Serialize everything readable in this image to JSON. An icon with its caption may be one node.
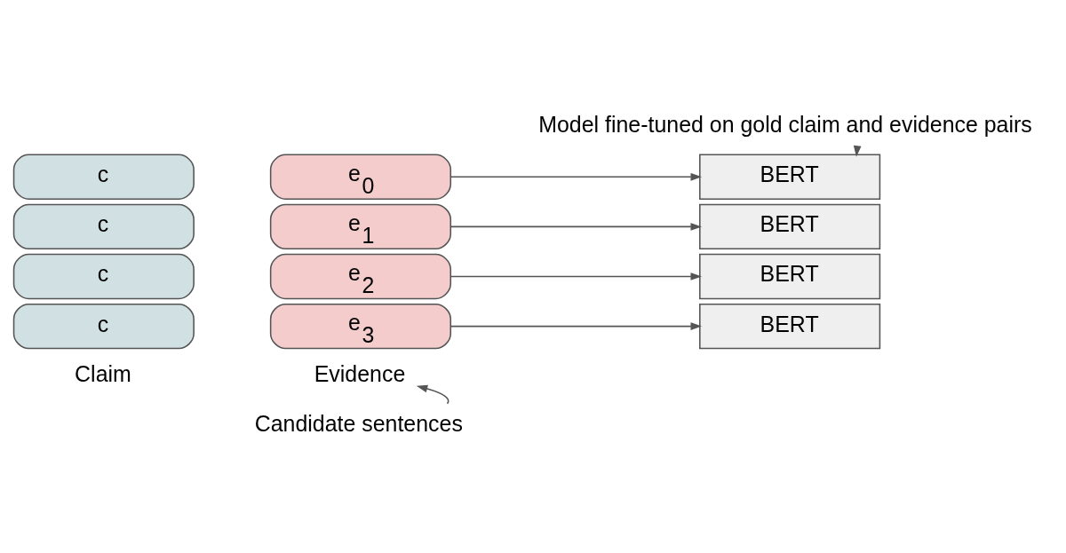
{
  "diagram": {
    "nodes": [
      {
        "text": [
          "Model fine-tuned on gold claim and evidence pairs"
        ]
      },
      {
        "text": [
          "c"
        ]
      },
      {
        "text": [
          "e$_{0}$"
        ]
      },
      {
        "text": [
          "BERT"
        ]
      },
      {
        "text": [
          "c"
        ]
      },
      {
        "text": [
          "e$_{1}$"
        ]
      },
      {
        "text": [
          "BERT"
        ]
      },
      {
        "text": [
          "c"
        ]
      },
      {
        "text": [
          "e$_{2}$"
        ]
      },
      {
        "text": [
          "BERT"
        ]
      },
      {
        "text": [
          "c"
        ]
      },
      {
        "text": [
          "e$_{3}$"
        ]
      },
      {
        "text": [
          "BERT"
        ]
      },
      {
        "text": [
          "Evidence"
        ]
      },
      {
        "text": [
          "Candidate sentences"
        ]
      }
    ],
    "edges": [
      {
        "from": 2,
        "to": 3,
        "arrow": "to"
      },
      {
        "from": 5,
        "to": 6,
        "arrow": "to"
      },
      {
        "from": 8,
        "to": 9,
        "arrow": "to"
      },
      {
        "from": 11,
        "to": 12,
        "arrow": "to"
      },
      {
        "from": 0,
        "to": 3,
        "arrow": "to"
      },
      {
        "from": 14,
        "to": 13,
        "arrow": "to"
      }
    ],
    "labels": [
      "Claim"
    ]
  }
}
